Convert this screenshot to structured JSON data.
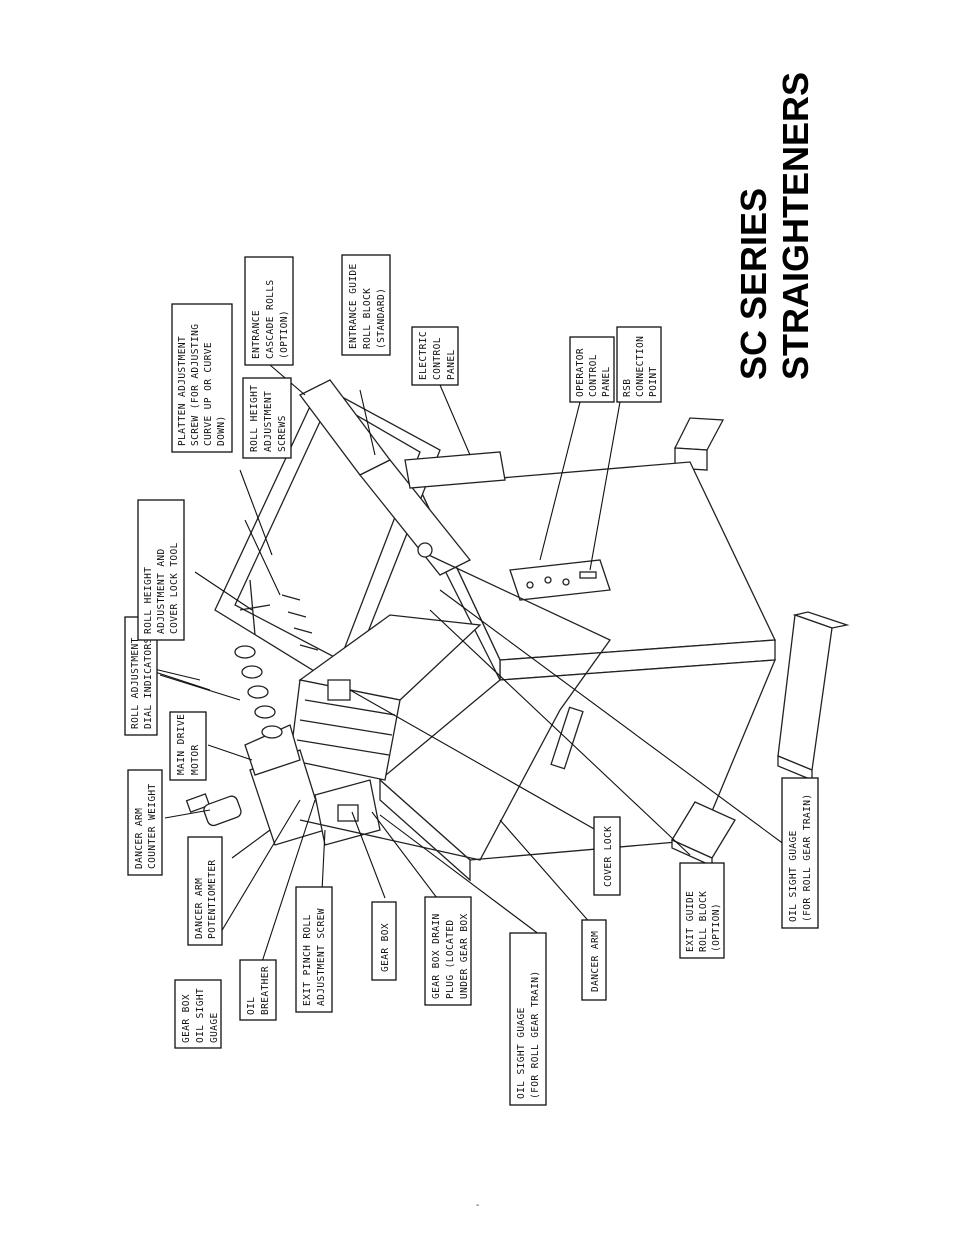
{
  "title": {
    "line1": "SC SERIES",
    "line2": "STRAIGHTENERS"
  },
  "page_number": "-",
  "labels": {
    "dancer_arm_counter_weight": [
      "DANCER ARM",
      "COUNTER WEIGHT"
    ],
    "main_drive_motor": [
      "MAIN DRIVE",
      "MOTOR"
    ],
    "roll_adjustment_dial_indicators": [
      "ROLL ADJUSTMENT",
      "DIAL INDICATORS"
    ],
    "roll_height_adjustment_tool": [
      "ROLL HEIGHT",
      "ADJUSTMENT AND",
      "COVER LOCK TOOL"
    ],
    "roll_height_adjustment_screws": [
      "ROLL HEIGHT",
      "ADJUSTMENT",
      "SCREWS"
    ],
    "platten_adjustment_screw": [
      "PLATTEN ADJUSTMENT",
      "SCREW (FOR ADJUSTING",
      "CURVE UP OR CURVE",
      "DOWN)"
    ],
    "entrance_cascade_rolls": [
      "ENTRANCE",
      "CASCADE ROLLS",
      "(OPTION)"
    ],
    "entrance_guide_roll_block": [
      "ENTRANCE GUIDE",
      "ROLL BLOCK",
      "(STANDARD)"
    ],
    "electric_control_panel": [
      "ELECTRIC",
      "CONTROL",
      "PANEL"
    ],
    "operator_control_panel": [
      "OPERATOR",
      "CONTROL",
      "PANEL"
    ],
    "rsb_connection_point": [
      "RSB",
      "CONNECTION",
      "POINT"
    ],
    "dancer_arm_potentiometer": [
      "DANCER ARM",
      "POTENTIOMETER"
    ],
    "gear_box_oil_sight_guage": [
      "GEAR BOX",
      "OIL SIGHT",
      "GUAGE"
    ],
    "oil_breather": [
      "OIL",
      "BREATHER"
    ],
    "exit_pinch_roll_screw": [
      "EXIT PINCH ROLL",
      "ADJUSTMENT SCREW"
    ],
    "gear_box": [
      "GEAR BOX"
    ],
    "gear_box_drain_plug": [
      "GEAR BOX DRAIN",
      "PLUG (LOCATED",
      "UNDER GEAR BOX"
    ],
    "oil_sight_guage_left": [
      "OIL SIGHT GUAGE",
      "(FOR ROLL GEAR TRAIN)"
    ],
    "dancer_arm": [
      "DANCER ARM"
    ],
    "cover_lock": [
      "COVER LOCK"
    ],
    "exit_guide_roll_block": [
      "EXIT GUIDE",
      "ROLL BLOCK",
      "(OPTION)"
    ],
    "oil_sight_guage_right": [
      "OIL SIGHT GUAGE",
      "(FOR ROLL GEAR TRAIN)"
    ]
  },
  "colors": {
    "ink": "#111111",
    "paper": "#ffffff"
  }
}
